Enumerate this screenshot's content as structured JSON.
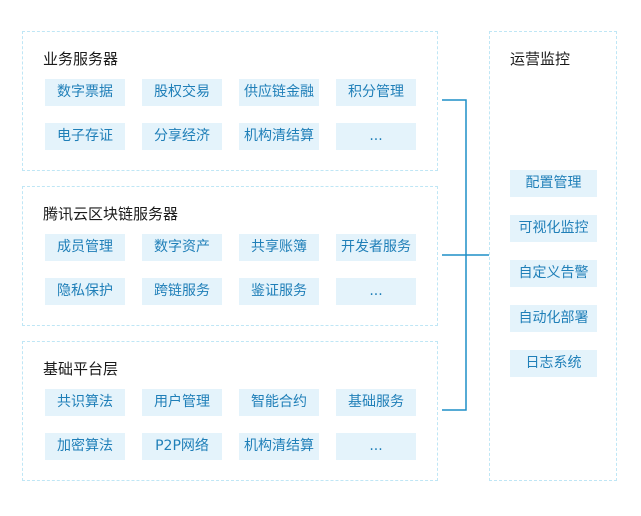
{
  "layers": [
    {
      "title": "业务服务器",
      "items": [
        "数字票据",
        "股权交易",
        "供应链金融",
        "积分管理",
        "电子存证",
        "分享经济",
        "机构清结算",
        "..."
      ]
    },
    {
      "title": "腾讯云区块链服务器",
      "items": [
        "成员管理",
        "数字资产",
        "共享账簿",
        "开发者服务",
        "隐私保护",
        "跨链服务",
        "鉴证服务",
        "..."
      ]
    },
    {
      "title": "基础平台层",
      "items": [
        "共识算法",
        "用户管理",
        "智能合约",
        "基础服务",
        "加密算法",
        "P2P网络",
        "机构清结算",
        "..."
      ]
    }
  ],
  "ops": {
    "title": "运营监控",
    "items": [
      "配置管理",
      "可视化监控",
      "自定义告警",
      "自动化部署",
      "日志系统"
    ]
  },
  "colors": {
    "panel_border": "#bfe6f5",
    "chip_bg": "#e4f3fb",
    "chip_text": "#1f7fb8",
    "connector": "#1f8fc7",
    "title_text": "#1a1a1a"
  }
}
